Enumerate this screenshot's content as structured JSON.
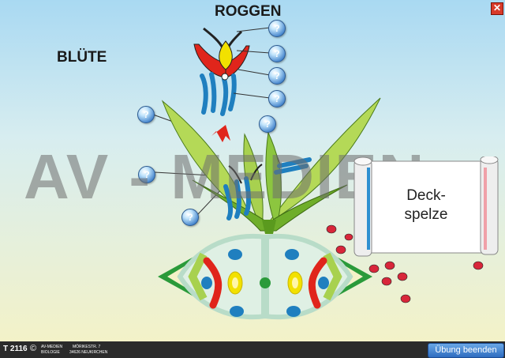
{
  "title_main": "ROGGEN",
  "title_sub": "BLÜTE",
  "watermark": "AV - MEDIEN",
  "scroll": {
    "line1": "Deck-",
    "line2": "spelze"
  },
  "hint_label": "?",
  "close_label": "✕",
  "footer": {
    "code": "T 2116",
    "copyright": "©",
    "pub_line1a": "AV-MEDIEN",
    "pub_line1b": "MÖRIKESTR. 7",
    "pub_line2a": "BIOLOGIE",
    "pub_line2b": "34626  NEUKIRCHEN",
    "end_button": "Übung beenden"
  },
  "colors": {
    "grass": "#8cc63f",
    "stamen": "#1f7fbf",
    "red": "#e0251b",
    "yellow": "#f2e100",
    "accent": "#2e6cc0"
  },
  "icons": [
    "hint-icon",
    "close-icon",
    "arrow-up-icon",
    "ladybug-icon"
  ]
}
